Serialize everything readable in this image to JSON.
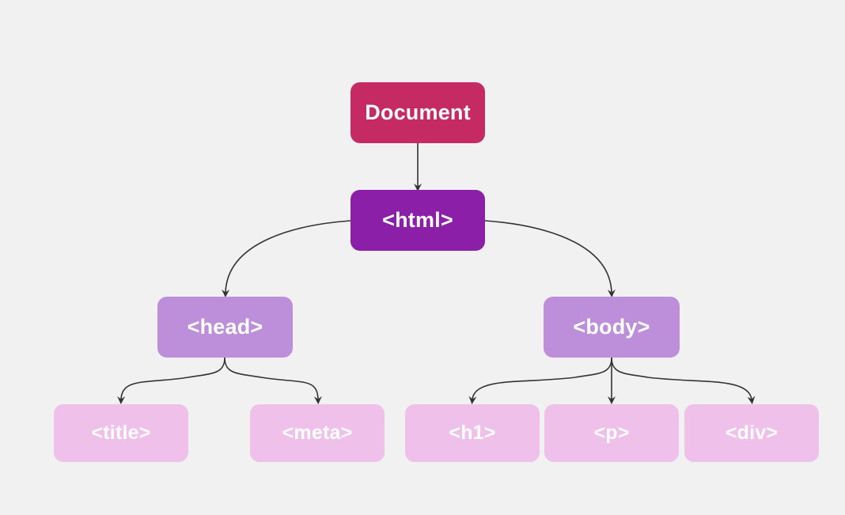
{
  "diagram": {
    "nodes": {
      "document": {
        "label": "Document",
        "fill": "#c62a63"
      },
      "html": {
        "label": "<html>",
        "fill": "#8b1fa8"
      },
      "head": {
        "label": "<head>",
        "fill": "#bd8ed9"
      },
      "body": {
        "label": "<body>",
        "fill": "#bd8ed9"
      },
      "title": {
        "label": "<title>",
        "fill": "#eec0ea"
      },
      "meta": {
        "label": "<meta>",
        "fill": "#eec0ea"
      },
      "h1": {
        "label": "<h1>",
        "fill": "#eec0ea"
      },
      "p": {
        "label": "<p>",
        "fill": "#eec0ea"
      },
      "div": {
        "label": "<div>",
        "fill": "#eec0ea"
      }
    },
    "edges": [
      {
        "from": "document",
        "to": "html"
      },
      {
        "from": "html",
        "to": "head"
      },
      {
        "from": "html",
        "to": "body"
      },
      {
        "from": "head",
        "to": "title"
      },
      {
        "from": "head",
        "to": "meta"
      },
      {
        "from": "body",
        "to": "h1"
      },
      {
        "from": "body",
        "to": "p"
      },
      {
        "from": "body",
        "to": "div"
      }
    ],
    "colors": {
      "background": "#f1f1f2",
      "edge": "#333333",
      "node_text": "#ffffff"
    }
  }
}
